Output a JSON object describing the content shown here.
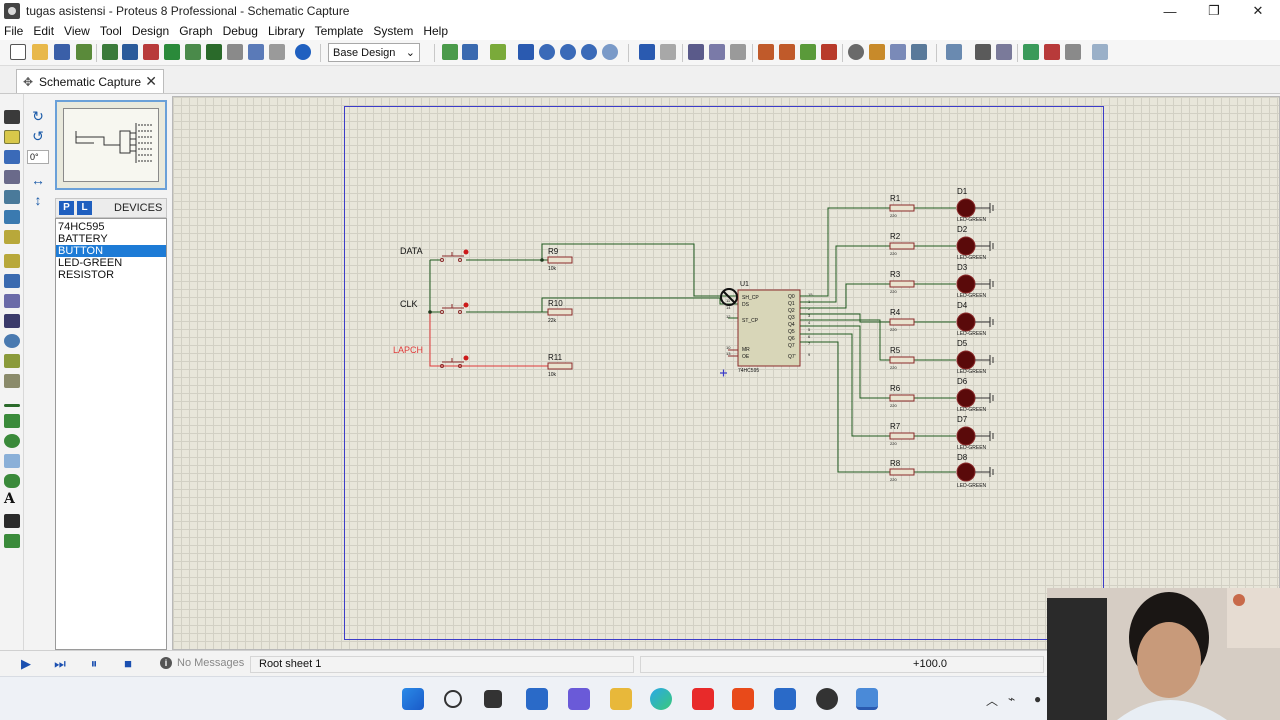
{
  "window": {
    "title": "tugas asistensi - Proteus 8 Professional - Schematic Capture",
    "minimize": "—",
    "maximize": "❐",
    "close": "✕"
  },
  "menu": [
    "File",
    "Edit",
    "View",
    "Tool",
    "Design",
    "Graph",
    "Debug",
    "Library",
    "Template",
    "System",
    "Help"
  ],
  "toolbar": {
    "design_select": "Base Design",
    "design_select_arrow": "⌄"
  },
  "tab": {
    "label": "Schematic Capture",
    "close": "✕",
    "icon": "✥"
  },
  "rotation": {
    "angle": "0°"
  },
  "devices": {
    "p_label": "P",
    "l_label": "L",
    "title": "DEVICES",
    "items": [
      "74HC595",
      "BATTERY",
      "BUTTON",
      "LED-GREEN",
      "RESISTOR"
    ],
    "selected": "BUTTON"
  },
  "schematic": {
    "inputs": [
      {
        "label": "DATA",
        "resistor": "R9",
        "value": "10k"
      },
      {
        "label": "CLK",
        "resistor": "R10",
        "value": "22k"
      },
      {
        "label": "LAPCH",
        "resistor": "R11",
        "value": "10k"
      }
    ],
    "chip": {
      "ref": "U1",
      "part": "74HC595",
      "left_pins": [
        "SH_CP",
        "DS",
        "",
        "ST_CP",
        "",
        "MR",
        "OE"
      ],
      "left_pin_nums": [
        "11",
        "14",
        "12",
        "",
        "10",
        "13"
      ],
      "right_pins": [
        "Q0",
        "Q1",
        "Q2",
        "Q3",
        "Q4",
        "Q5",
        "Q6",
        "Q7",
        "Q7'"
      ],
      "right_pin_nums": [
        "15",
        "1",
        "2",
        "3",
        "4",
        "5",
        "6",
        "7",
        "9"
      ]
    },
    "outputs": [
      {
        "resistor": "R1",
        "value": "220",
        "led": "D1",
        "led_type": "LED-GREEN"
      },
      {
        "resistor": "R2",
        "value": "220",
        "led": "D2",
        "led_type": "LED-GREEN"
      },
      {
        "resistor": "R3",
        "value": "220",
        "led": "D3",
        "led_type": "LED-GREEN"
      },
      {
        "resistor": "R4",
        "value": "220",
        "led": "D4",
        "led_type": "LED-GREEN"
      },
      {
        "resistor": "R5",
        "value": "220",
        "led": "D5",
        "led_type": "LED-GREEN"
      },
      {
        "resistor": "R6",
        "value": "220",
        "led": "D6",
        "led_type": "LED-GREEN"
      },
      {
        "resistor": "R7",
        "value": "220",
        "led": "D7",
        "led_type": "LED-GREEN"
      },
      {
        "resistor": "R8",
        "value": "220",
        "led": "D8",
        "led_type": "LED-GREEN"
      }
    ],
    "colors": {
      "wire": "#1f5a1f",
      "wire_red": "#e03a3a",
      "component": "#8a2a2a",
      "led": "#5a0a0a",
      "chip_fill": "#d8d6b8"
    }
  },
  "status": {
    "messages": "No Messages",
    "info_icon": "i",
    "sheet": "Root sheet 1",
    "coord": "+100.0"
  }
}
